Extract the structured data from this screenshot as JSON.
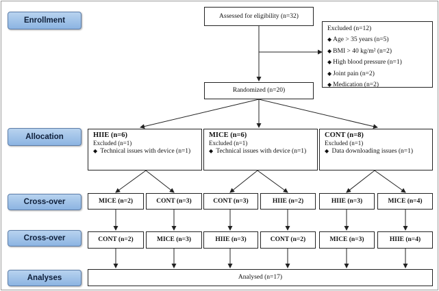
{
  "stages": {
    "enrollment": "Enrollment",
    "allocation": "Allocation",
    "crossover1": "Cross-over",
    "crossover2": "Cross-over",
    "analyses": "Analyses"
  },
  "assessed": "Assessed for eligibility (n=32)",
  "excluded": {
    "title": "Excluded (n=12)",
    "items": [
      "Age > 35 years (n=5)",
      "BMI > 40 kg/m² (n=2)",
      "High blood pressure (n=1)",
      "Joint pain (n=2)",
      "Medication (n=2)"
    ]
  },
  "randomized": "Randomized (n=20)",
  "arms": [
    {
      "title": "HIIE (n=6)",
      "excluded": "Excluded (n=1)",
      "reason": "Technical issues with device (n=1)"
    },
    {
      "title": "MICE (n=6)",
      "excluded": "Excluded (n=1)",
      "reason": "Technical issues with device (n=1)"
    },
    {
      "title": "CONT (n=8)",
      "excluded": "Excluded (n=1)",
      "reason": "Data downloading issues (n=1)"
    }
  ],
  "crossover1": [
    "MICE (n=2)",
    "CONT (n=3)",
    "CONT (n=3)",
    "HIIE (n=2)",
    "HIIE (n=3)",
    "MICE (n=4)"
  ],
  "crossover2": [
    "CONT (n=2)",
    "MICE (n=3)",
    "HIIE (n=3)",
    "CONT (n=2)",
    "MICE (n=3)",
    "HIIE (n=4)"
  ],
  "analysed": "Analysed (n=17)",
  "colors": {
    "stage_fill": "#8cb4e2",
    "stage_border": "#5b7ca8",
    "stroke": "#222222"
  }
}
